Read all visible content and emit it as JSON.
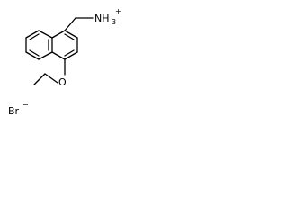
{
  "structure": {
    "nitrogen_label": "NH",
    "nitrogen_h_count": "3",
    "nitrogen_charge": "+",
    "oxygen_label": "O",
    "counterion_label": "Br",
    "counterion_charge": "−"
  },
  "colors": {
    "bond": "#000000",
    "text": "#000000",
    "background": "#ffffff"
  }
}
